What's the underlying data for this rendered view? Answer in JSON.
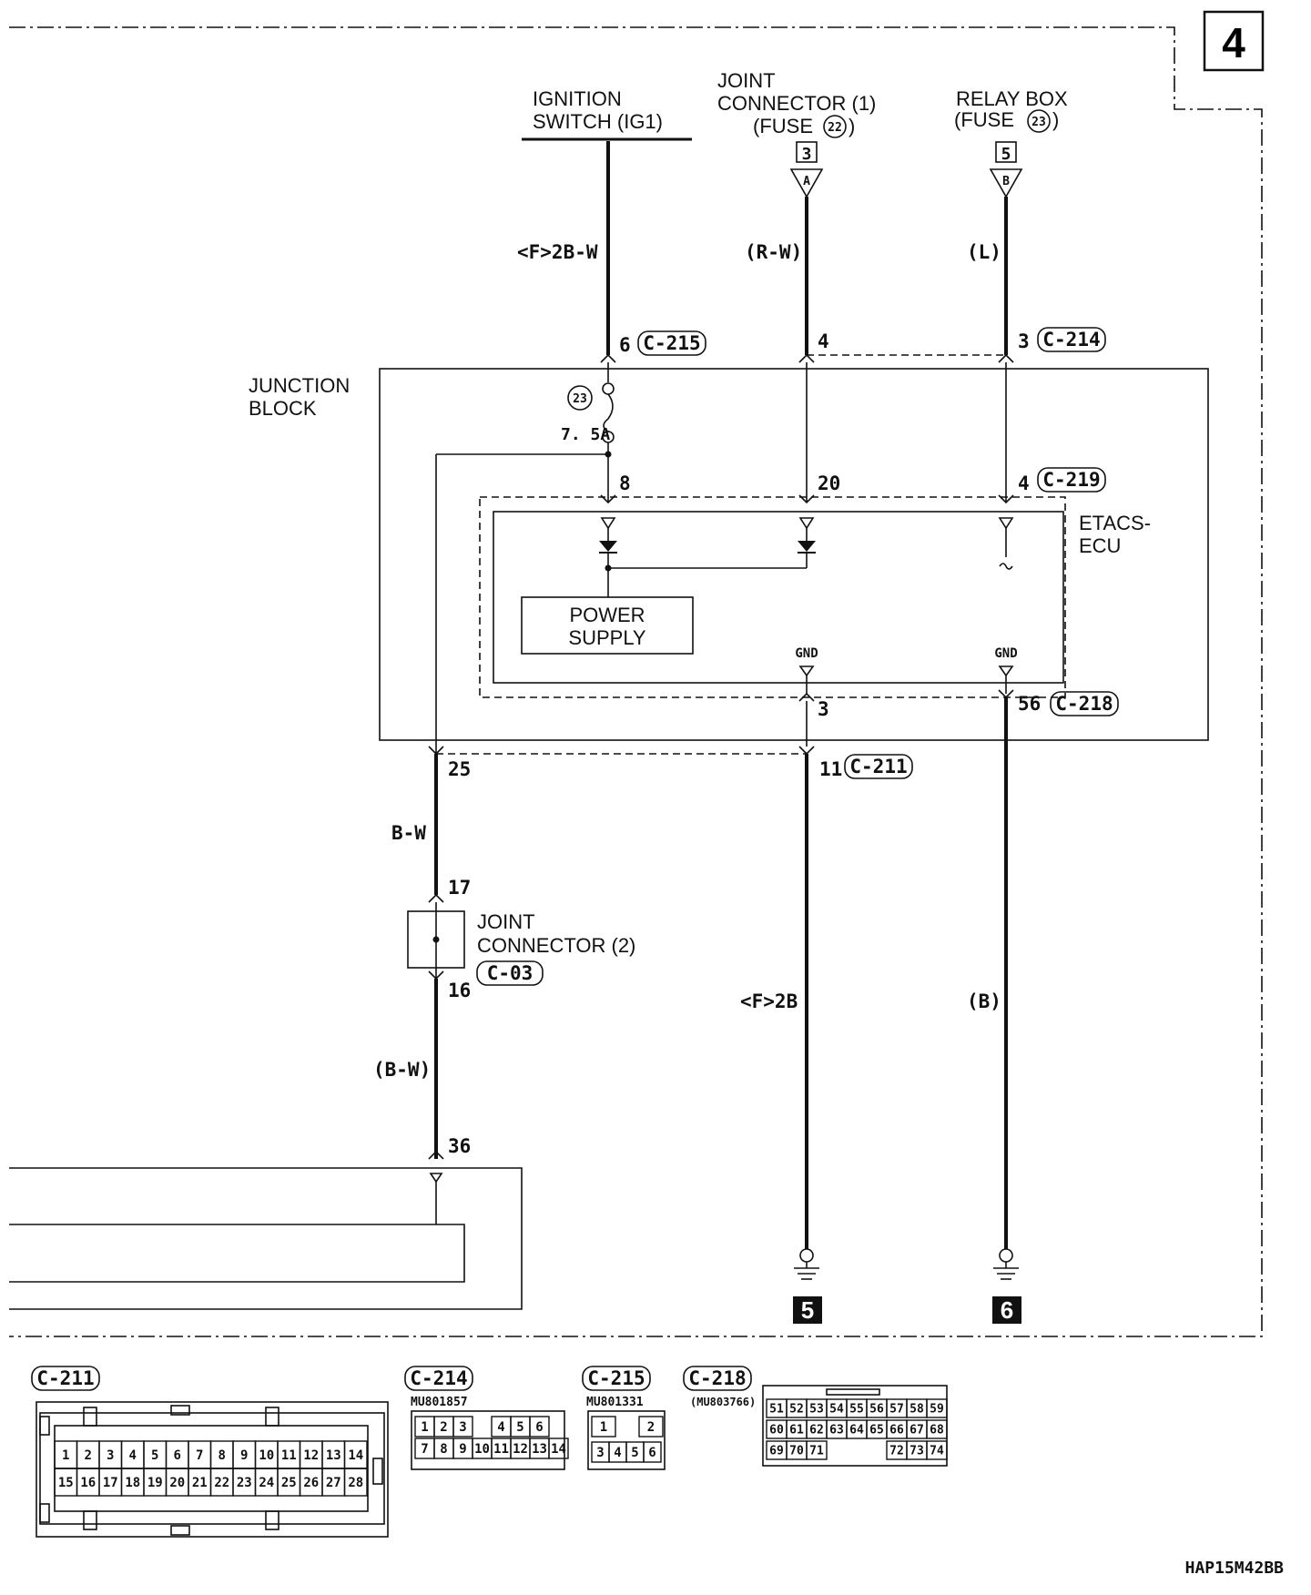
{
  "page_number": "4",
  "source": {
    "ignition": [
      "IGNITION",
      "SWITCH (IG1)"
    ],
    "joint1": [
      "JOINT",
      "CONNECTOR (1)",
      "(FUSE",
      "22",
      ")"
    ],
    "relay": [
      "RELAY BOX",
      "(FUSE",
      "23",
      ")"
    ]
  },
  "ref_boxes": {
    "a": "3",
    "b": "5"
  },
  "ref_triangles": {
    "a": "A",
    "b": "B"
  },
  "wire_colors": {
    "ign": "<F>2B-W",
    "j1": "(R-W)",
    "relay": "(L)",
    "bw": "B-W",
    "bw2": "(B-W)",
    "gnd1": "<F>2B",
    "gnd2": "(B)"
  },
  "pins": {
    "p6": "6",
    "p4top": "4",
    "p3top": "3",
    "p8": "8",
    "p20": "20",
    "p4mid": "4",
    "p3bot": "3",
    "p56": "56",
    "p25": "25",
    "p11": "11",
    "p17": "17",
    "p16": "16",
    "p36": "36"
  },
  "connectors": {
    "c215": "C-215",
    "c214": "C-214",
    "c219": "C-219",
    "c218": "C-218",
    "c211": "C-211",
    "c03": "C-03"
  },
  "junction_block": [
    "JUNCTION",
    "BLOCK"
  ],
  "fuse": {
    "number": "23",
    "rating": "7. 5A"
  },
  "etacs": [
    "ETACS-",
    "ECU"
  ],
  "power_supply": [
    "POWER",
    "SUPPLY"
  ],
  "gnd_label": "GND",
  "joint2": [
    "JOINT",
    "CONNECTOR (2)"
  ],
  "ground_refs": {
    "a": "5",
    "b": "6"
  },
  "connector_views": {
    "c211": {
      "name": "C-211",
      "row1": [
        "1",
        "2",
        "3",
        "4",
        "5",
        "6",
        "7",
        "8",
        "9",
        "10",
        "11",
        "12",
        "13",
        "14"
      ],
      "row2": [
        "15",
        "16",
        "17",
        "18",
        "19",
        "20",
        "21",
        "22",
        "23",
        "24",
        "25",
        "26",
        "27",
        "28"
      ]
    },
    "c214": {
      "name": "C-214",
      "part": "MU801857",
      "row1": [
        "1",
        "2",
        "3",
        "",
        "4",
        "5",
        "6"
      ],
      "row2": [
        "7",
        "8",
        "9",
        "10",
        "11",
        "12",
        "13",
        "14"
      ]
    },
    "c215": {
      "name": "C-215",
      "part": "MU801331",
      "row1": [
        "1",
        "",
        "2"
      ],
      "row2": [
        "3",
        "4",
        "5",
        "6"
      ]
    },
    "c218": {
      "name": "C-218",
      "part": "(MU803766)",
      "row1": [
        "51",
        "52",
        "53",
        "54",
        "55",
        "56",
        "57",
        "58",
        "59"
      ],
      "row2": [
        "60",
        "61",
        "62",
        "63",
        "64",
        "65",
        "66",
        "67",
        "68"
      ],
      "row3": [
        "69",
        "70",
        "71",
        "",
        "",
        "",
        "72",
        "73",
        "74"
      ]
    }
  },
  "figure_code": "HAP15M42BB"
}
